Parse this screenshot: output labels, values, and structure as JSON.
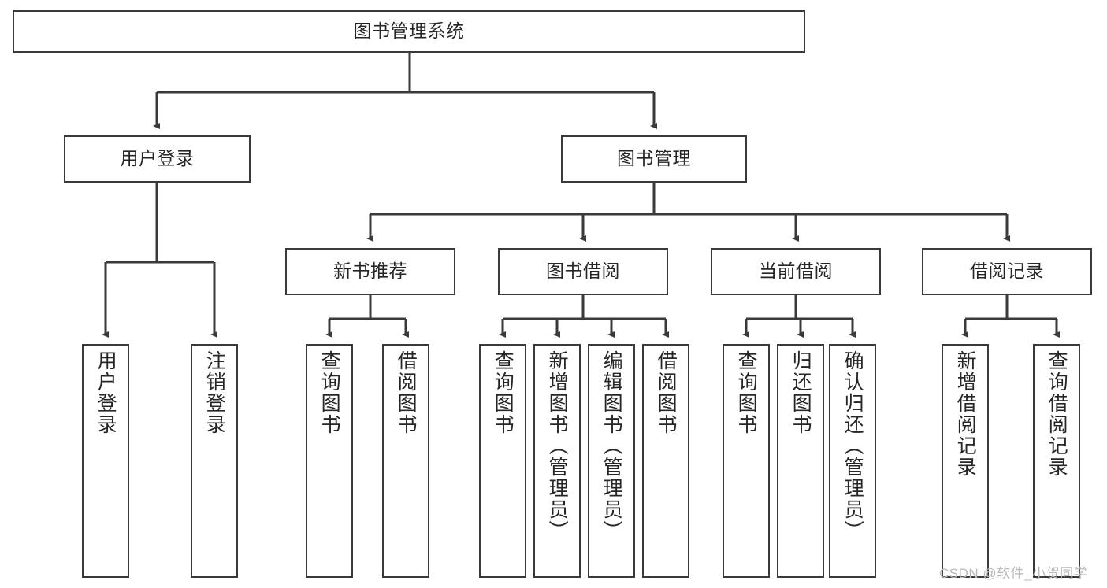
{
  "diagram": {
    "title": "图书管理系统",
    "watermark": "CSDN @软件_小贺同学",
    "line_color": "#3a3a3a",
    "text_color": "#262626",
    "background": "#ffffff",
    "nodes": {
      "root": {
        "label": "图书管理系统"
      },
      "level2": [
        {
          "label": "用户登录"
        },
        {
          "label": "图书管理"
        }
      ],
      "level3": [
        {
          "label": "新书推荐"
        },
        {
          "label": "图书借阅"
        },
        {
          "label": "当前借阅"
        },
        {
          "label": "借阅记录"
        }
      ],
      "leaves": {
        "user_login": [
          {
            "label": "用户登录"
          },
          {
            "label": "注销登录"
          }
        ],
        "new_book_recommend": [
          {
            "label": "查询图书"
          },
          {
            "label": "借阅图书"
          }
        ],
        "book_borrow": [
          {
            "label": "查询图书"
          },
          {
            "label": "新增图书（管理员）"
          },
          {
            "label": "编辑图书（管理员）"
          },
          {
            "label": "借阅图书"
          }
        ],
        "current_borrow": [
          {
            "label": "查询图书"
          },
          {
            "label": "归还图书"
          },
          {
            "label": "确认归还（管理员）"
          }
        ],
        "borrow_record": [
          {
            "label": "新增借阅记录"
          },
          {
            "label": "查询借阅记录"
          }
        ]
      }
    }
  }
}
